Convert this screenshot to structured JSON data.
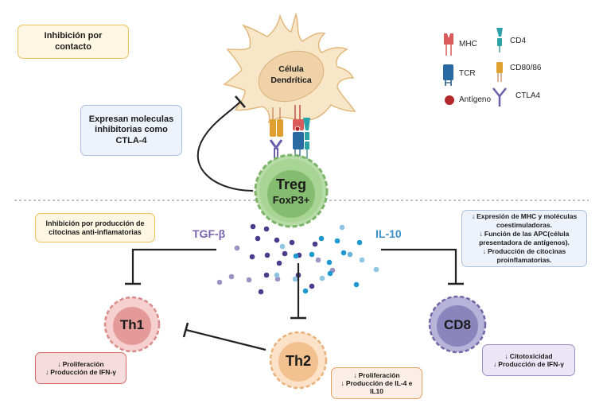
{
  "boxes": {
    "contact_inhibition": {
      "lines": [
        "Inhibición por",
        "contacto"
      ]
    },
    "inhibitory_molecules": {
      "lines": [
        "Expresan moleculas",
        "inhibitorias como",
        "CTLA-4"
      ]
    },
    "cytokine_inhibition": {
      "lines": [
        "Inhibición por producción de",
        "citocinas anti-inflamatorias"
      ]
    },
    "apc_effects": {
      "lines": [
        "Expresión de MHC y moléculas",
        "coestimuladoras.",
        "Función de las APC(célula",
        "presentadora de antígenos).",
        "Producción de citocinas",
        "proinflamatorias."
      ]
    },
    "th1_effects": {
      "lines": [
        "Proliferación",
        "Producción de IFN-γ"
      ]
    },
    "th2_effects": {
      "lines": [
        "Proliferación",
        "Producción de IL-4 e",
        "IL10"
      ]
    },
    "cd8_effects": {
      "lines": [
        "Citotoxicidad",
        "Producción de IFN-γ"
      ]
    },
    "down_arrow": "↓"
  },
  "cells": {
    "dendritic": {
      "lines": [
        "Célula",
        "Dendrítica"
      ]
    },
    "treg": {
      "lines": [
        "Treg",
        "FoxP3+"
      ]
    },
    "th1": "Th1",
    "th2": "Th2",
    "cd8": "CD8"
  },
  "cytokines": {
    "tgf_beta": {
      "label": "TGF-β",
      "color": "#7a64b0"
    },
    "il10": {
      "label": "IL-10",
      "color": "#3a8fc9"
    }
  },
  "legend": {
    "items": [
      {
        "name": "MHC",
        "color": "#d95b5b"
      },
      {
        "name": "TCR",
        "color": "#2a6aa3"
      },
      {
        "name": "Antígeno",
        "color": "#b3262a"
      },
      {
        "name": "CD4",
        "color": "#2aa2a8"
      },
      {
        "name": "CD80/86",
        "color": "#e0a030"
      },
      {
        "name": "CTLA4",
        "color": "#6a5fa8"
      }
    ]
  },
  "colors": {
    "dendritic_fill": "#f8e6c8",
    "dendritic_stroke": "#e2b87c",
    "treg_fill": "#8cc57a",
    "th1_fill": "#e49a98",
    "th2_fill": "#f3c08f",
    "cd8_fill": "#8a85bd",
    "inhibition_line": "#222222",
    "divider": "#999999"
  }
}
